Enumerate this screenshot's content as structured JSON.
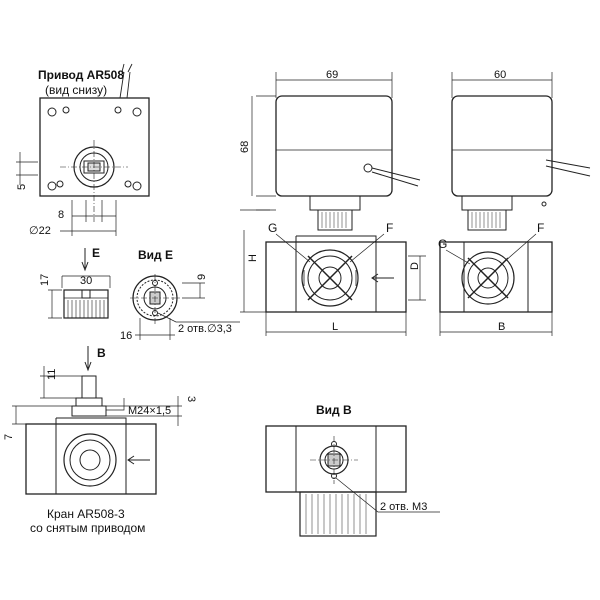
{
  "labels": {
    "actuator_title": "Привод AR508",
    "actuator_sub": "(вид снизу)",
    "view_e_arrow": "E",
    "view_e_title": "Вид E",
    "view_b_arrow": "B",
    "view_b_title": "Вид B",
    "valve_caption_1": "Кран AR508-3",
    "valve_caption_2": "со снятым приводом",
    "port_g": "G",
    "port_f": "F",
    "port_g2": "G",
    "port_f2": "F"
  },
  "dimensions": {
    "d69": "69",
    "d60": "60",
    "d68": "68",
    "dH": "H",
    "dL": "L",
    "dB": "B",
    "dD": "D",
    "d5": "5",
    "d8": "8",
    "d22": "∅22",
    "d30": "30",
    "d17": "17",
    "d9": "9",
    "d16": "16",
    "holes_e": "2 отв.∅3,3",
    "d11": "11",
    "d7": "7",
    "d3": "3",
    "thread": "M24×1,5",
    "holes_b": "2 отв. М3"
  }
}
